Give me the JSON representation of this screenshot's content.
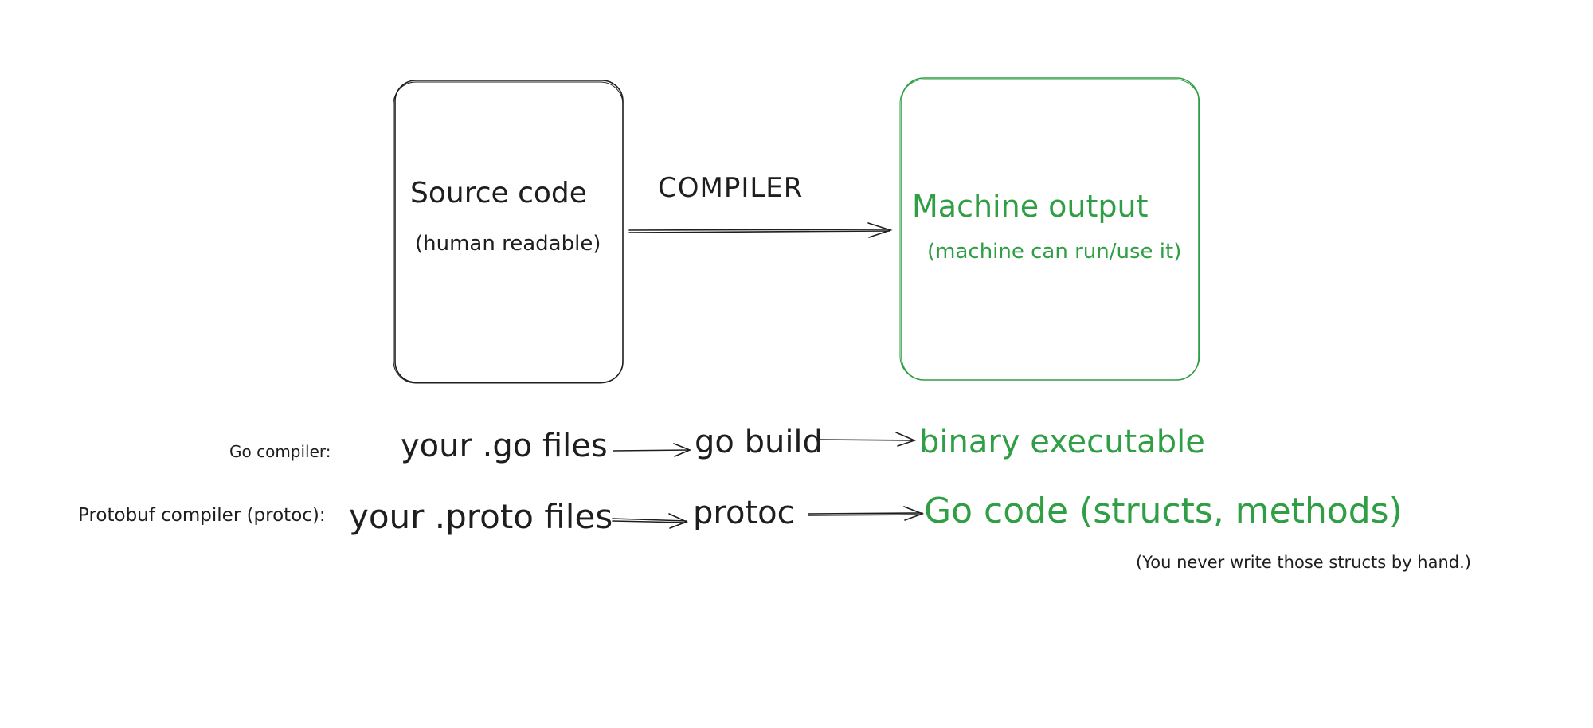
{
  "colors": {
    "ink": "#1e1e1e",
    "green": "#2f9e44",
    "background": "#ffffff"
  },
  "source_box": {
    "title": "Source code",
    "subtitle": "(human readable)"
  },
  "compiler_label": "COMPILER",
  "output_box": {
    "title": "Machine output",
    "subtitle": "(machine can run/use it)"
  },
  "rows": [
    {
      "label": "Go compiler:",
      "input": "your .go files",
      "tool": "go build",
      "output": "binary executable"
    },
    {
      "label": "Protobuf compiler (protoc):",
      "input": "your .proto files",
      "tool": "protoc",
      "output": "Go code (structs, methods)"
    }
  ],
  "note": "(You never write those structs by hand.)"
}
